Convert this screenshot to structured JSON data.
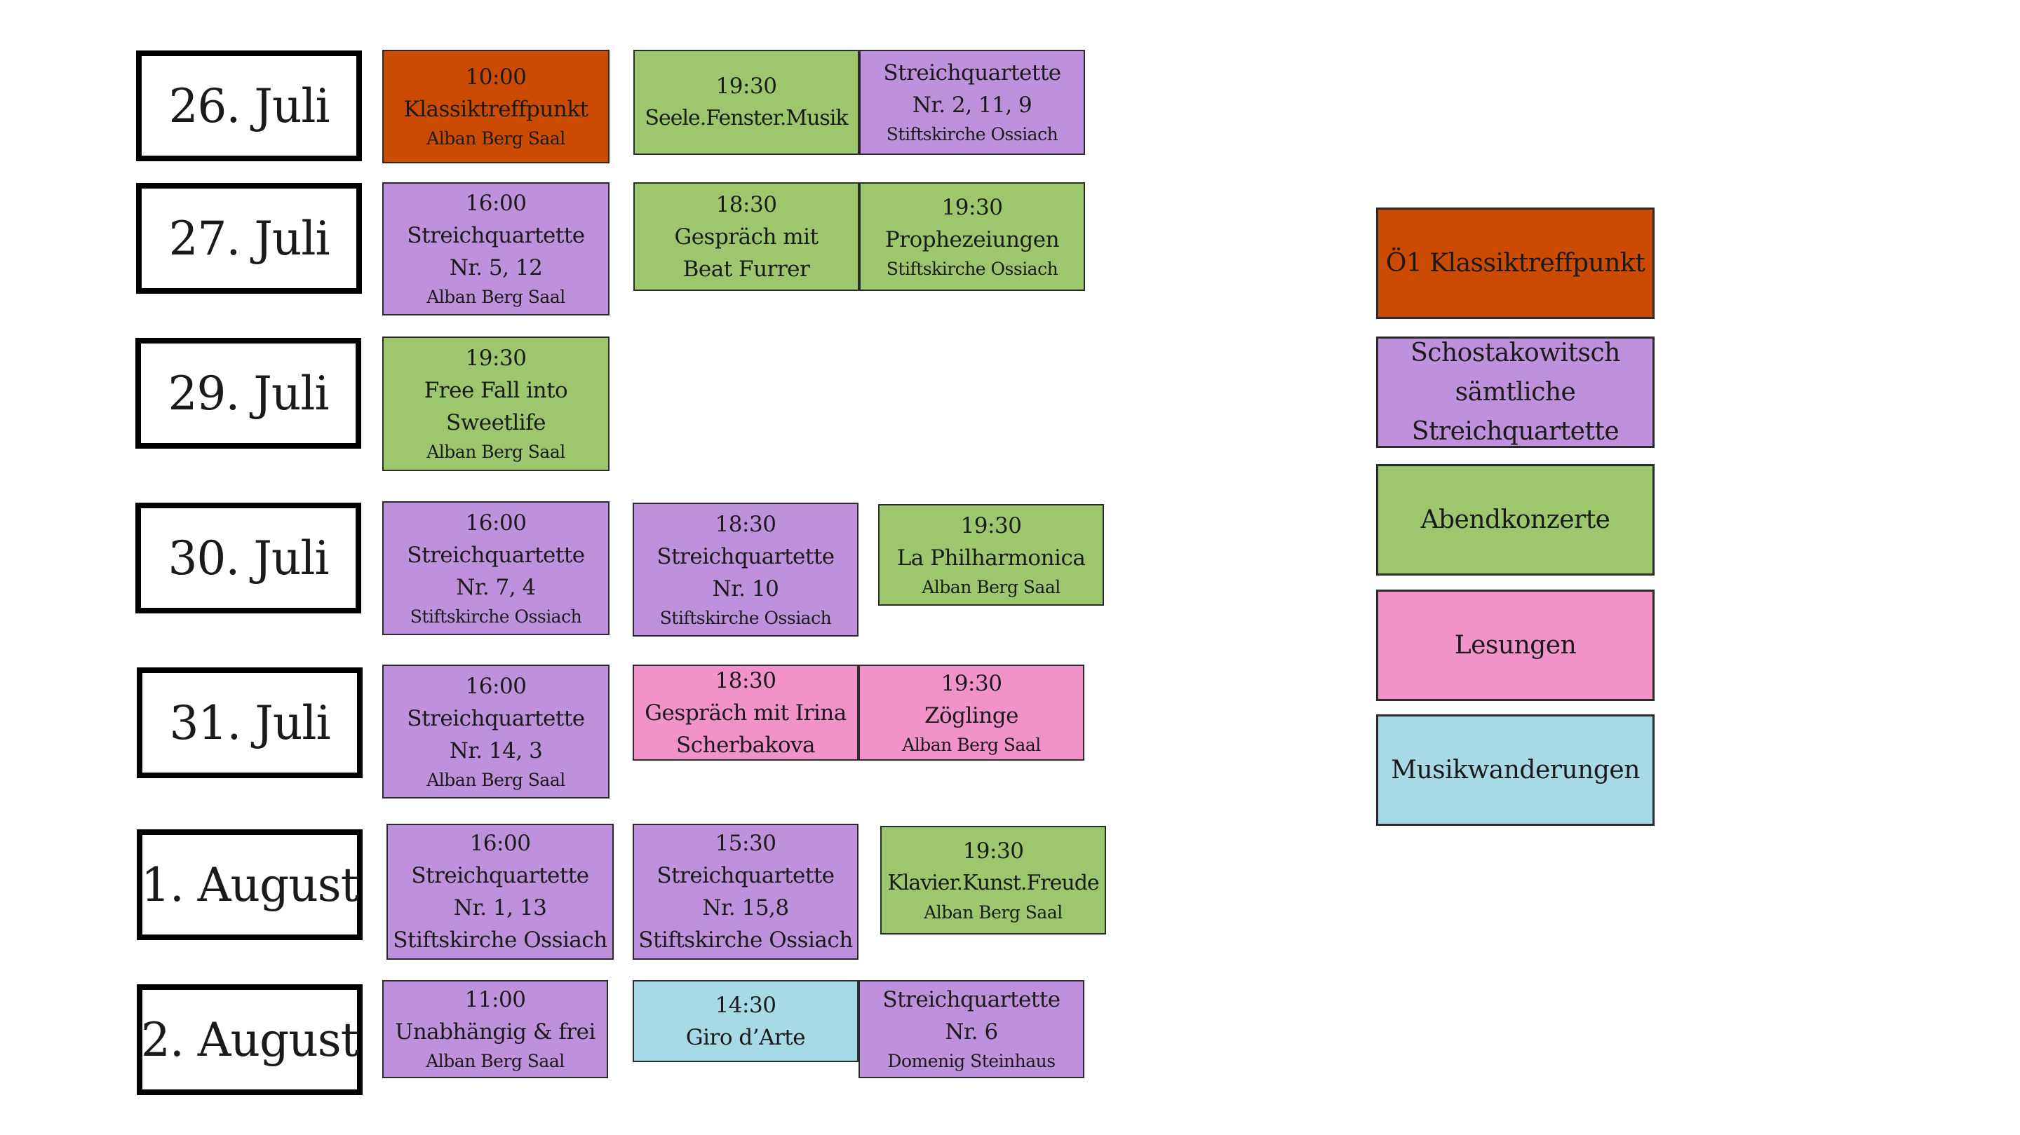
{
  "colors": {
    "klassik": "#cc4b02",
    "quartet": "#bf90db",
    "abend": "#9dc76c",
    "lesung": "#f192c8",
    "wander": "#a7d9e6"
  },
  "days": [
    {
      "date": "26. Juli",
      "events": [
        {
          "cat": "klassik",
          "lines": [
            "10:00",
            "Klassiktreffpunkt"
          ],
          "loc": "Alban Berg Saal"
        },
        {
          "cat": "abend",
          "lines": [
            "19:30",
            "Seele.Fenster.Musik"
          ],
          "loc": ""
        },
        {
          "cat": "quartet",
          "lines": [
            "Streichquartette",
            "Nr. 2, 11, 9"
          ],
          "loc": "Stiftskirche Ossiach"
        }
      ]
    },
    {
      "date": "27. Juli",
      "events": [
        {
          "cat": "quartet",
          "lines": [
            "16:00",
            "Streichquartette",
            "Nr. 5, 12"
          ],
          "loc": "Alban Berg Saal"
        },
        {
          "cat": "abend",
          "lines": [
            "18:30",
            "Gespräch mit",
            "Beat Furrer"
          ],
          "loc": ""
        },
        {
          "cat": "abend",
          "lines": [
            "19:30",
            "Prophezeiungen"
          ],
          "loc": "Stiftskirche Ossiach"
        }
      ]
    },
    {
      "date": "29. Juli",
      "events": [
        {
          "cat": "abend",
          "lines": [
            "19:30",
            "Free Fall into",
            "Sweetlife"
          ],
          "loc": "Alban Berg Saal"
        }
      ]
    },
    {
      "date": "30. Juli",
      "events": [
        {
          "cat": "quartet",
          "lines": [
            "16:00",
            "Streichquartette",
            "Nr. 7, 4"
          ],
          "loc": "Stiftskirche Ossiach"
        },
        {
          "cat": "quartet",
          "lines": [
            "18:30",
            "Streichquartette",
            "Nr. 10"
          ],
          "loc": "Stiftskirche Ossiach"
        },
        {
          "cat": "abend",
          "lines": [
            "19:30",
            "La Philharmonica"
          ],
          "loc": "Alban Berg Saal"
        }
      ]
    },
    {
      "date": "31. Juli",
      "events": [
        {
          "cat": "quartet",
          "lines": [
            "16:00",
            "Streichquartette",
            "Nr. 14, 3"
          ],
          "loc": "Alban Berg Saal"
        },
        {
          "cat": "lesung",
          "lines": [
            "18:30",
            "Gespräch mit Irina",
            "Scherbakova"
          ],
          "loc": ""
        },
        {
          "cat": "lesung",
          "lines": [
            "19:30",
            "Zöglinge"
          ],
          "loc": "Alban Berg Saal"
        }
      ]
    },
    {
      "date": "1. August",
      "events": [
        {
          "cat": "quartet",
          "lines": [
            "16:00",
            "Streichquartette",
            "Nr. 1, 13"
          ],
          "loc": "Stiftskirche Ossiach"
        },
        {
          "cat": "quartet",
          "lines": [
            "15:30",
            "Streichquartette",
            "Nr. 15,8"
          ],
          "loc": "Stiftskirche Ossiach"
        },
        {
          "cat": "abend",
          "lines": [
            "19:30",
            "Klavier.Kunst.Freude"
          ],
          "loc": "Alban Berg Saal"
        }
      ]
    },
    {
      "date": "2. August",
      "events": [
        {
          "cat": "quartet",
          "lines": [
            "11:00",
            "Unabhängig & frei"
          ],
          "loc": "Alban Berg Saal"
        },
        {
          "cat": "wander",
          "lines": [
            "14:30",
            "Giro d’Arte"
          ],
          "loc": ""
        },
        {
          "cat": "quartet",
          "lines": [
            "Streichquartette",
            "Nr. 6"
          ],
          "loc": "Domenig Steinhaus"
        }
      ]
    }
  ],
  "legend": [
    {
      "cat": "klassik",
      "lines": [
        "Ö1 Klassiktreffpunkt"
      ]
    },
    {
      "cat": "quartet",
      "lines": [
        "Schostakowitsch",
        "sämtliche",
        "Streichquartette"
      ]
    },
    {
      "cat": "abend",
      "lines": [
        "Abendkonzerte"
      ]
    },
    {
      "cat": "lesung",
      "lines": [
        "Lesungen"
      ]
    },
    {
      "cat": "wander",
      "lines": [
        "Musikwanderungen"
      ]
    }
  ]
}
